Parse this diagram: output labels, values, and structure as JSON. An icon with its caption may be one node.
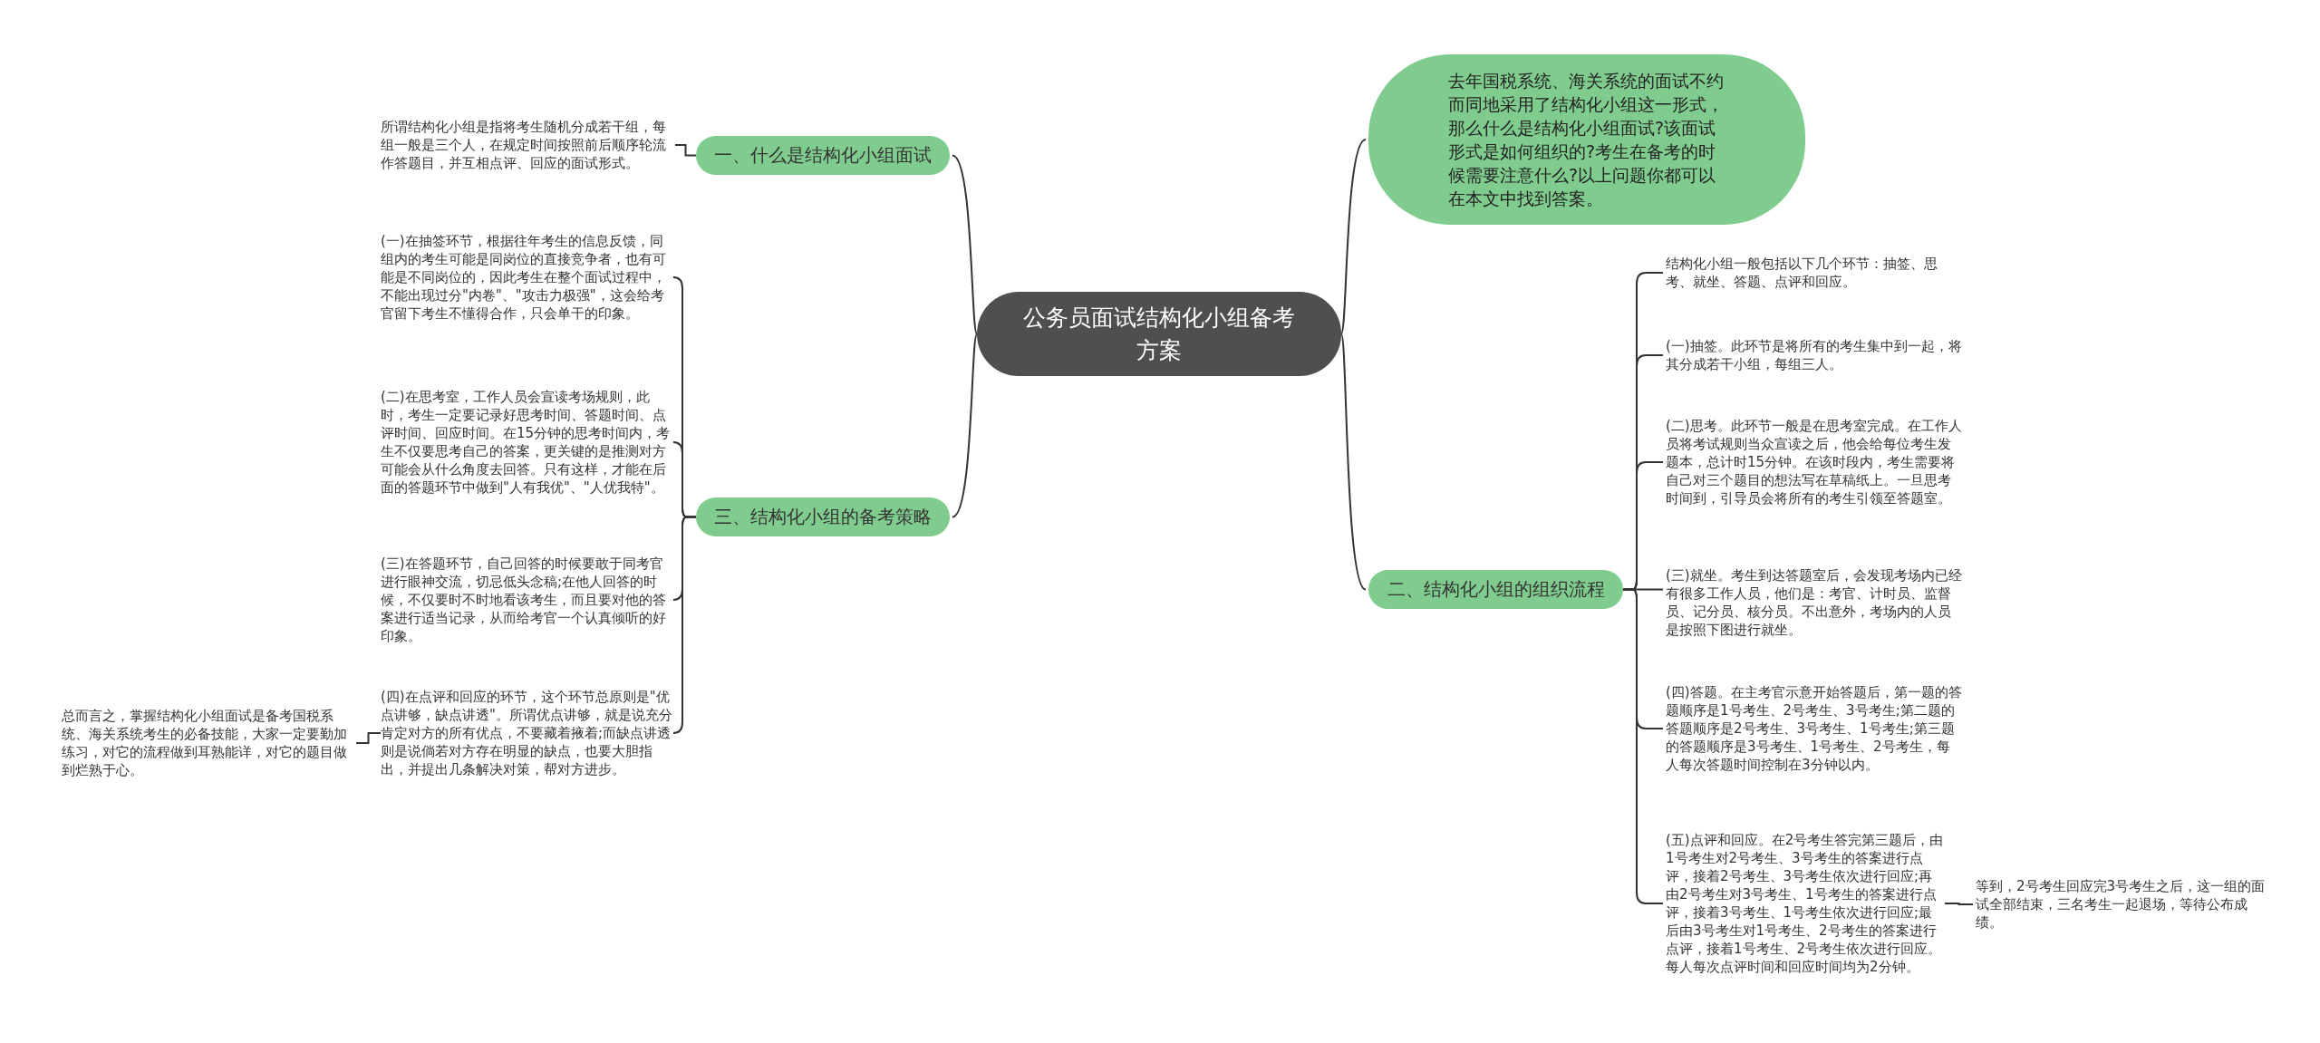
{
  "diagram": {
    "nodes": [
      {
        "text": [
          "公务员面试结构化小组备考方案"
        ]
      },
      {
        "text": [
          "去年国税系统、海关系统的面试不约而同地采用了结构化小组这一形式，那么什么是结构化小组面试?该面试形式是如何组织的?考生在备考的时候需要注意什么?以上问题你都可以在本文中找到答案。"
        ]
      },
      {
        "text": [
          "一、什么是结构化小组面试"
        ]
      },
      {
        "text": [
          "所谓结构化小组是指将考生随机分成若干组，每组一般是三个人，在规定时间按照前后顺序轮流作答题目，并互相点评、回应的面试形式。"
        ]
      },
      {
        "text": [
          "三、结构化小组的备考策略"
        ]
      },
      {
        "text": [
          "(一)在抽签环节，根据往年考生的信息反馈，同组内的考生可能是同岗位的直接竞争者，也有可能是不同岗位的，因此考生在整个面试过程中，不能出现过分\"内卷\"、\"攻击力极强\"，这会给考官留下考生不懂得合作，只会单干的印象。"
        ]
      },
      {
        "text": [
          "(二)在思考室，工作人员会宣读考场规则，此时，考生一定要记录好思考时间、答题时间、点评时间、回应时间。在15分钟的思考时间内，考生不仅要思考自己的答案，更关键的是推测对方可能会从什么角度去回答。只有这样，才能在后面的答题环节中做到\"人有我优\"、\"人优我特\"。"
        ]
      },
      {
        "text": [
          "(三)在答题环节，自己回答的时候要敢于同考官进行眼神交流，切忌低头念稿;在他人回答的时候，不仅要时不时地看该考生，而且要对他的答案进行适当记录，从而给考官一个认真倾听的好印象。"
        ]
      },
      {
        "text": [
          "(四)在点评和回应的环节，这个环节总原则是\"优点讲够，缺点讲透\"。所谓优点讲够，就是说充分肯定对方的所有优点，不要藏着掖着;而缺点讲透则是说倘若对方存在明显的缺点，也要大胆指出，并提出几条解决对策，帮对方进步。"
        ]
      },
      {
        "text": [
          "总而言之，掌握结构化小组面试是备考国税系统、海关系统考生的必备技能，大家一定要勤加练习，对它的流程做到耳熟能详，对它的题目做到烂熟于心。"
        ]
      },
      {
        "text": [
          "二、结构化小组的组织流程"
        ]
      },
      {
        "text": [
          "结构化小组一般包括以下几个环节：抽签、思考、就坐、答题、点评和回应。"
        ]
      },
      {
        "text": [
          "(一)抽签。此环节是将所有的考生集中到一起，将其分成若干小组，每组三人。"
        ]
      },
      {
        "text": [
          "(二)思考。此环节一般是在思考室完成。在工作人员将考试规则当众宣读之后，他会给每位考生发题本，总计时15分钟。在该时段内，考生需要将自己对三个题目的想法写在草稿纸上。一旦思考时间到，引导员会将所有的考生引领至答题室。"
        ]
      },
      {
        "text": [
          "(三)就坐。考生到达答题室后，会发现考场内已经有很多工作人员，他们是：考官、计时员、监督员、记分员、核分员。不出意外，考场内的人员是按照下图进行就坐。"
        ]
      },
      {
        "text": [
          "(四)答题。在主考官示意开始答题后，第一题的答题顺序是1号考生、2号考生、3号考生;第二题的答题顺序是2号考生、3号考生、1号考生;第三题的答题顺序是3号考生、1号考生、2号考生，每人每次答题时间控制在3分钟以内。"
        ]
      },
      {
        "text": [
          "(五)点评和回应。在2号考生答完第三题后，由1号考生对2号考生、3号考生的答案进行点评，接着2号考生、3号考生依次进行回应;再由2号考生对3号考生、1号考生的答案进行点评，接着3号考生、1号考生依次进行回应;最后由3号考生对1号考生、2号考生的答案进行点评，接着1号考生、2号考生依次进行回应。每人每次点评时间和回应时间均为2分钟。"
        ]
      },
      {
        "text": [
          "等到，2号考生回应完3号考生之后，这一组的面试全部结束，三名考生一起退场，等待公布成绩。"
        ]
      }
    ],
    "edges": [
      {
        "from": 0,
        "to": 1,
        "arrow": "none"
      },
      {
        "from": 0,
        "to": 2,
        "arrow": "none"
      },
      {
        "from": 0,
        "to": 4,
        "arrow": "none"
      },
      {
        "from": 0,
        "to": 10,
        "arrow": "none"
      },
      {
        "from": 2,
        "to": 3,
        "arrow": "none"
      },
      {
        "from": 4,
        "to": 5,
        "arrow": "none"
      },
      {
        "from": 4,
        "to": 6,
        "arrow": "none"
      },
      {
        "from": 4,
        "to": 7,
        "arrow": "none"
      },
      {
        "from": 4,
        "to": 8,
        "arrow": "none"
      },
      {
        "from": 8,
        "to": 9,
        "arrow": "none"
      },
      {
        "from": 10,
        "to": 11,
        "arrow": "none"
      },
      {
        "from": 10,
        "to": 12,
        "arrow": "none"
      },
      {
        "from": 10,
        "to": 13,
        "arrow": "none"
      },
      {
        "from": 10,
        "to": 14,
        "arrow": "none"
      },
      {
        "from": 10,
        "to": 15,
        "arrow": "none"
      },
      {
        "from": 10,
        "to": 16,
        "arrow": "none"
      },
      {
        "from": 16,
        "to": 17,
        "arrow": "none"
      }
    ]
  }
}
